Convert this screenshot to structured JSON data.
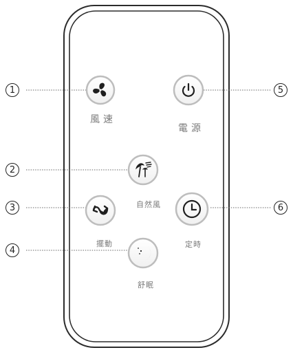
{
  "remote": {
    "buttons": [
      {
        "id": "speed",
        "label": "風速",
        "number": "1",
        "icon": "fan-icon"
      },
      {
        "id": "power",
        "label": "電源",
        "number": "5",
        "icon": "power-icon"
      },
      {
        "id": "natural",
        "label": "自然風",
        "number": "2",
        "icon": "palm-tree-wind-icon"
      },
      {
        "id": "swing",
        "label": "擺動",
        "number": "3",
        "icon": "swing-arrows-icon"
      },
      {
        "id": "timer",
        "label": "定時",
        "number": "6",
        "icon": "clock-icon"
      },
      {
        "id": "sleep",
        "label": "舒眠",
        "number": "4",
        "icon": "moon-sleep-icon"
      }
    ]
  },
  "colors": {
    "outline": "#2b2b2b",
    "button_ring": "#bdbdbd",
    "icon": "#1f1f1f",
    "label": "#7a7a7a",
    "leader": "#666666"
  }
}
